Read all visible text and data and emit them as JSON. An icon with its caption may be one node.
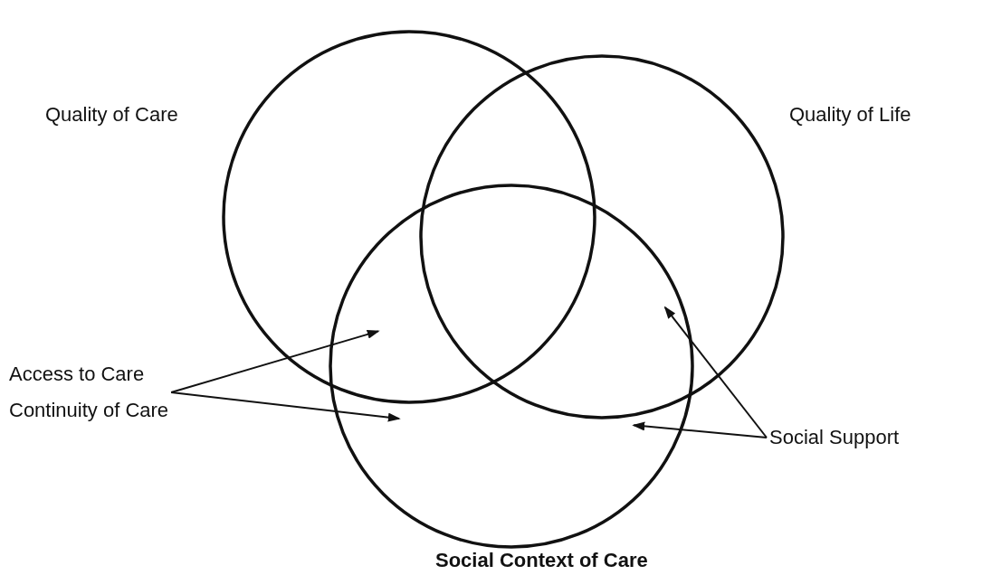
{
  "diagram": {
    "nodes": [
      {
        "text": [
          "Quality of Care"
        ]
      },
      {
        "text": [
          "Quality of Life"
        ]
      },
      {
        "text": [
          "Social Context of Care"
        ]
      },
      {
        "text": [
          "Access to Care",
          "Continuity of Care"
        ]
      },
      {
        "text": [
          "Social Support"
        ]
      }
    ],
    "edges": [
      {
        "from": 3,
        "to": 2,
        "arrow": "to"
      },
      {
        "from": 3,
        "to": 2,
        "arrow": "to"
      },
      {
        "from": 4,
        "to": 1,
        "arrow": "to"
      },
      {
        "from": 4,
        "to": 2,
        "arrow": "to"
      }
    ]
  }
}
